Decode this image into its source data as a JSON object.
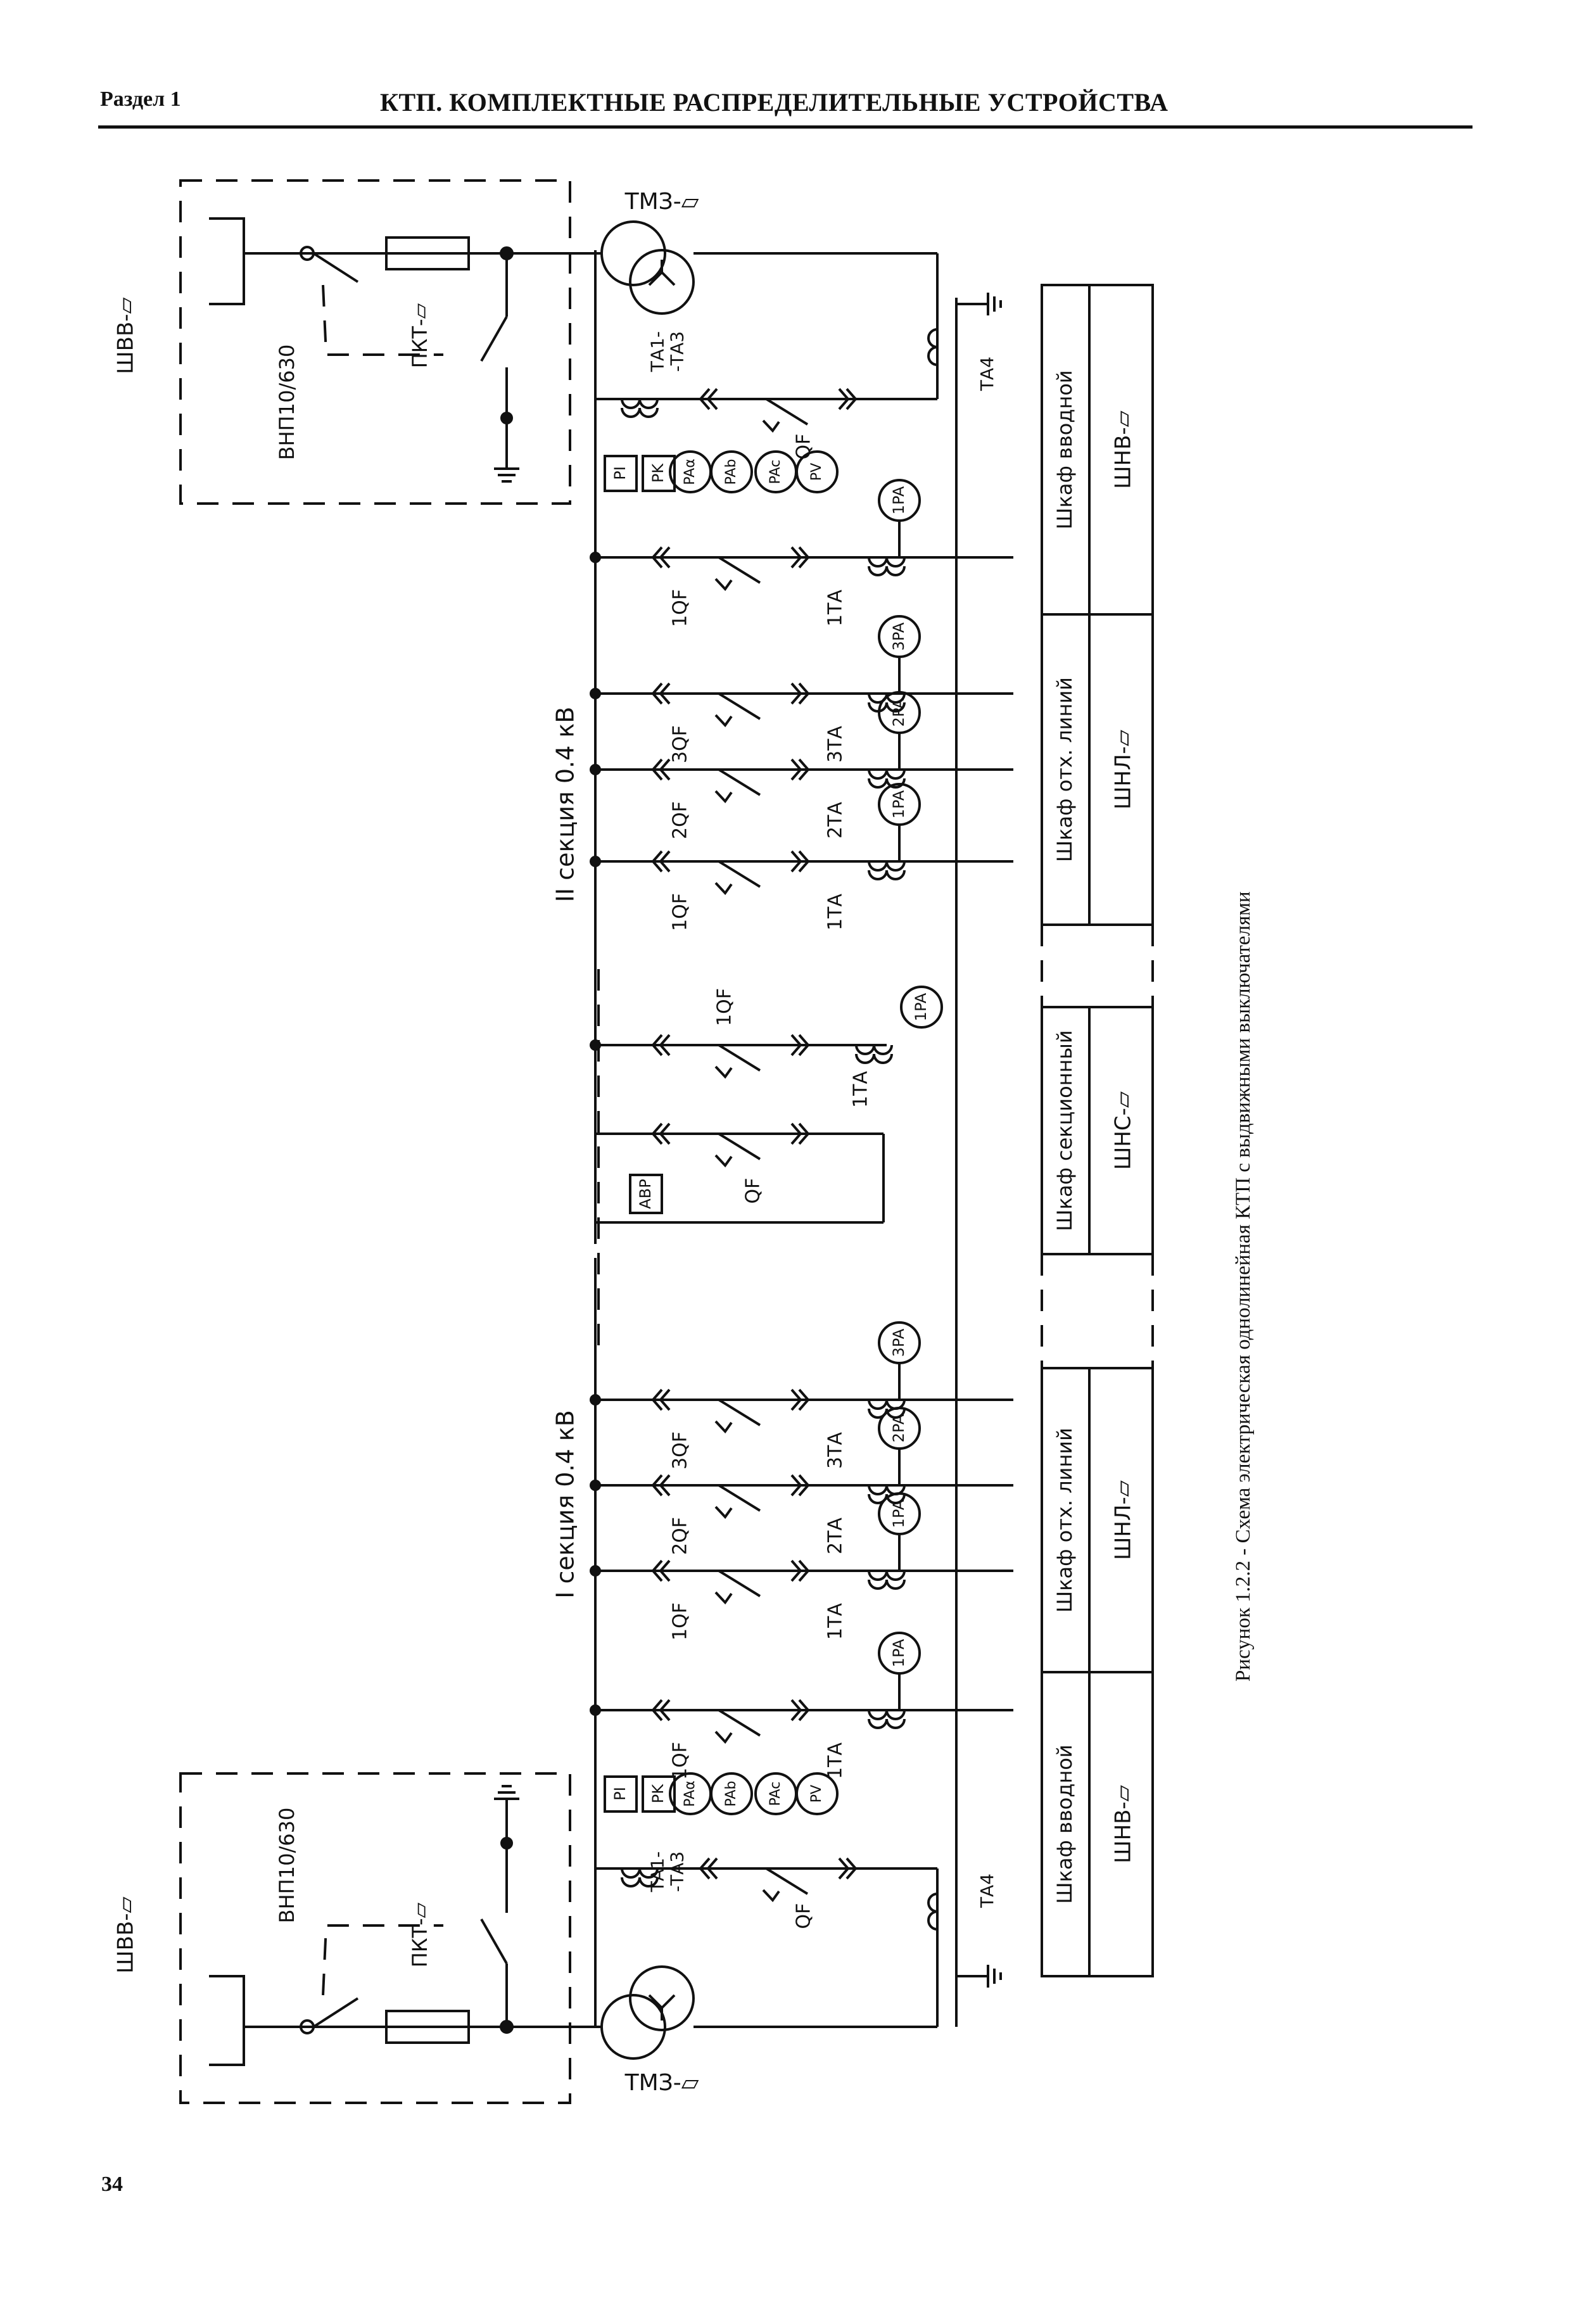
{
  "header": {
    "section": "Раздел 1",
    "title": "КТП. КОМПЛЕКТНЫЕ РАСПРЕДЕЛИТЕЛЬНЫЕ УСТРОЙСТВА"
  },
  "caption": "Рисунок 1.2.2 - Схема электрическая однолинейная КТП с выдвижными выключателями",
  "page_number": "34",
  "diagram": {
    "bus_sections": [
      "I секция 0.4 кВ",
      "II секция 0.4 кВ"
    ],
    "hv_cabinet": "ШВВ-▱",
    "load_switch": "ВНП10/630",
    "fuse": "ПКТ-▱",
    "transformer": "ТМЗ-▱",
    "ct_main": "ТА1-\n-ТА3",
    "ct_neutral": "ТА4",
    "breaker": "QF",
    "avr": "АВР",
    "meters": [
      "PI",
      "PK",
      "PAα",
      "PAb",
      "PAc",
      "PV"
    ],
    "feeder_breakers": [
      "1QF",
      "2QF",
      "3QF"
    ],
    "feeder_cts": [
      "1ТА",
      "2ТА",
      "3ТА"
    ],
    "ammeters": [
      "1PA",
      "2PA",
      "3PA"
    ],
    "cabinets": {
      "input_name": "Шкаф вводной",
      "input_code": "ШНВ-▱",
      "feeder_name": "Шкаф отх. линий",
      "feeder_code": "ШНЛ-▱",
      "section_name": "Шкаф секционный",
      "section_code": "ШНС-▱"
    }
  },
  "colors": {
    "ink": "#111111",
    "paper": "#ffffff"
  }
}
